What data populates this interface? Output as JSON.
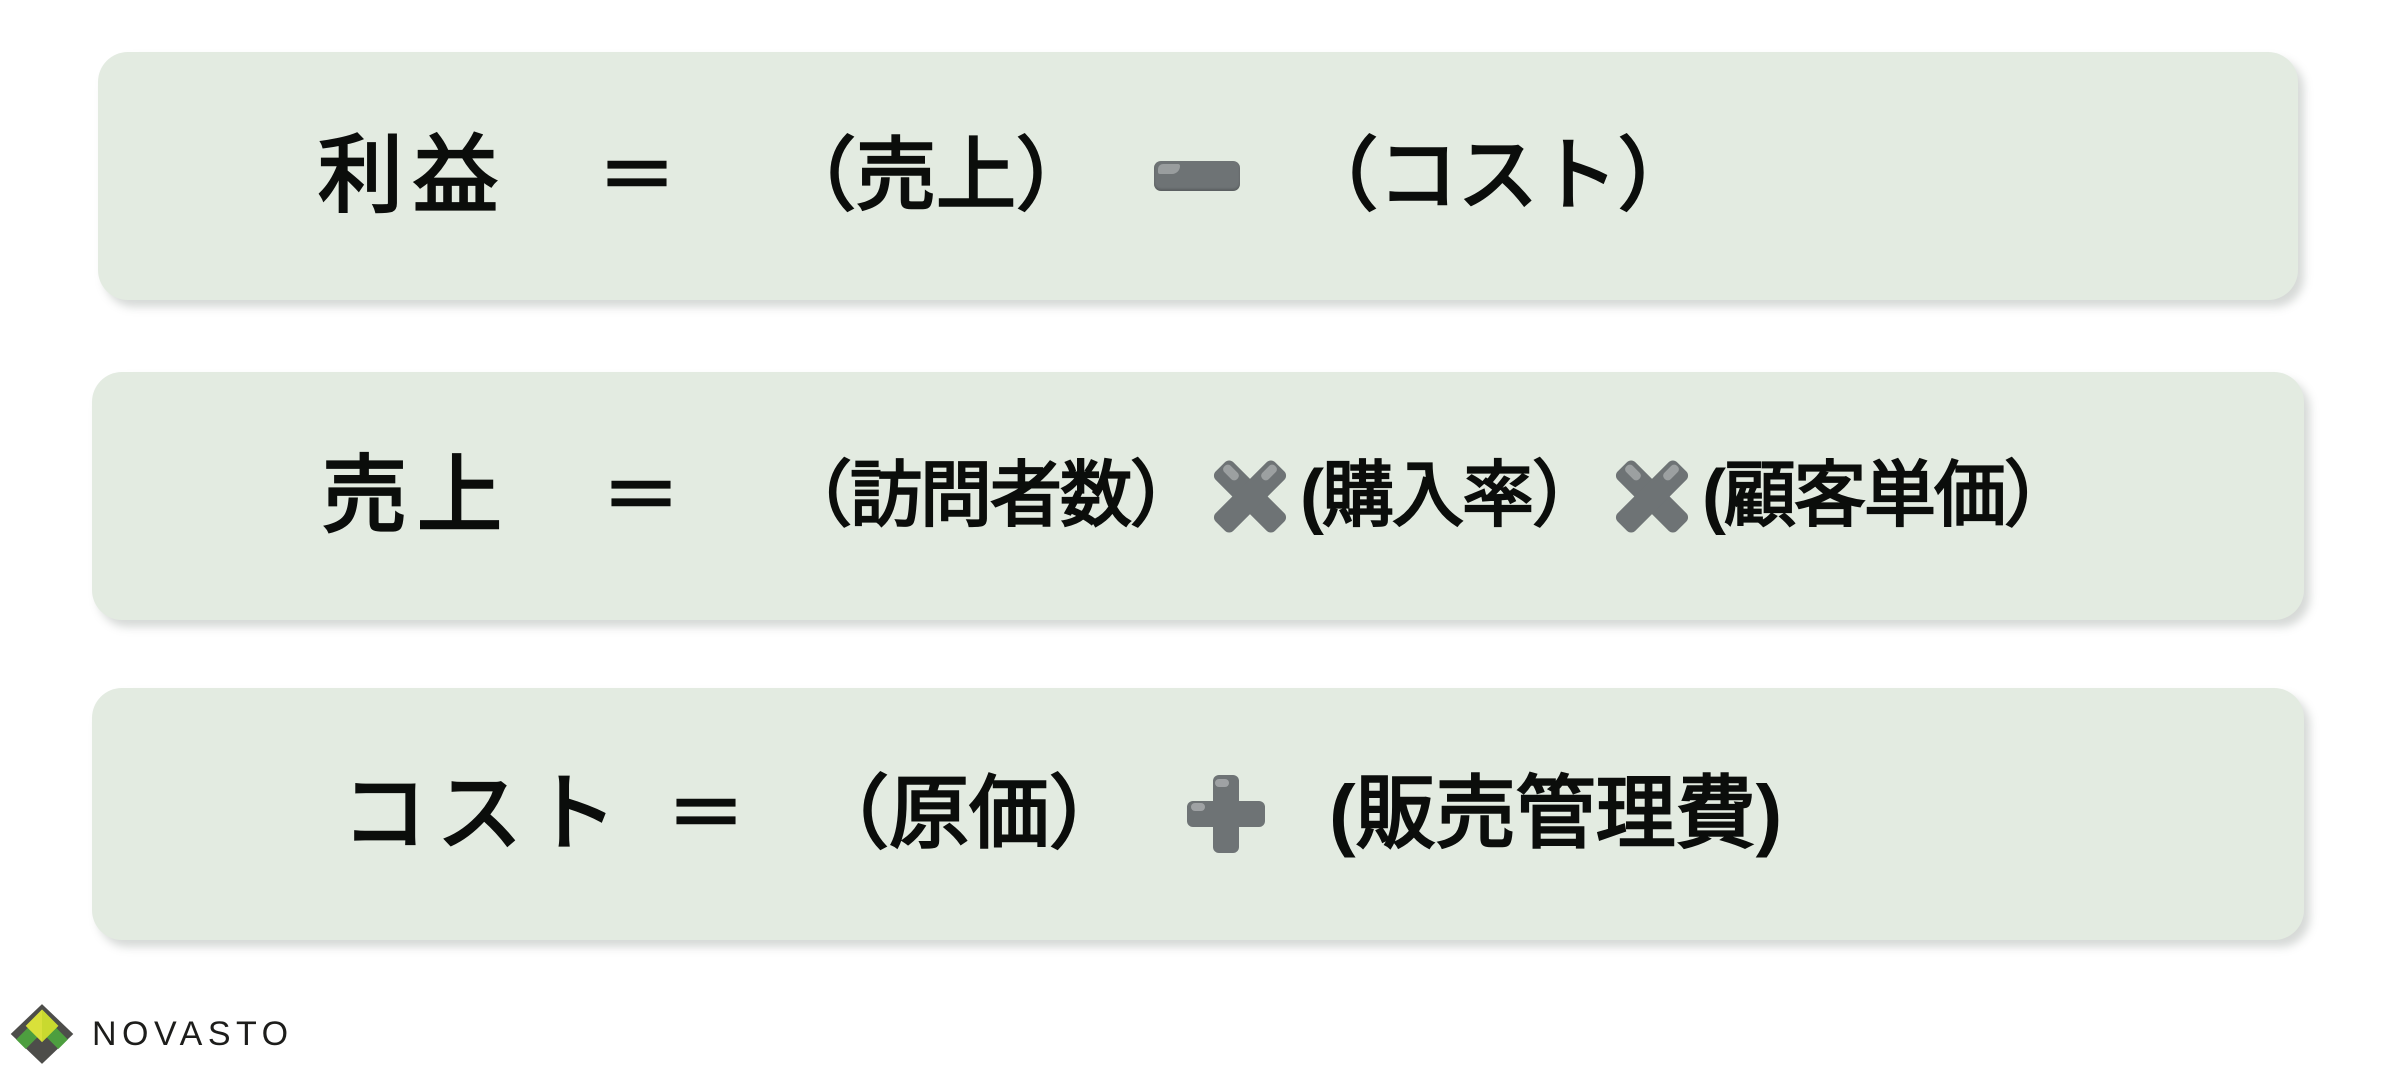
{
  "slide": {
    "background_color": "#ffffff",
    "card_color": "#e3ebe1",
    "text_color": "#0b0d0b",
    "operator_color": "#6e7375"
  },
  "formulas": [
    {
      "id": "profit",
      "lhs": "利益",
      "equals": "＝",
      "terms": [
        "（売上）",
        "（コスト）"
      ],
      "operators": [
        "minus"
      ],
      "operator_labels": [
        "−"
      ]
    },
    {
      "id": "sales",
      "lhs": "売上",
      "equals": "＝",
      "terms": [
        "（訪問者数）",
        "(購入率）",
        "(顧客単価）"
      ],
      "operators": [
        "multiply",
        "multiply"
      ],
      "operator_labels": [
        "✕",
        "✕"
      ]
    },
    {
      "id": "cost",
      "lhs": "コスト",
      "equals": "＝",
      "terms": [
        "（原価）",
        "(販売管理費)"
      ],
      "operators": [
        "plus"
      ],
      "operator_labels": [
        "＋"
      ]
    }
  ],
  "logo": {
    "wordmark": "NOVASTO",
    "mark_name": "novasto-diamond-logo",
    "colors": {
      "base": "#4d4d4a",
      "mid": "#4d9e3f",
      "top": "#d9e03a"
    }
  }
}
